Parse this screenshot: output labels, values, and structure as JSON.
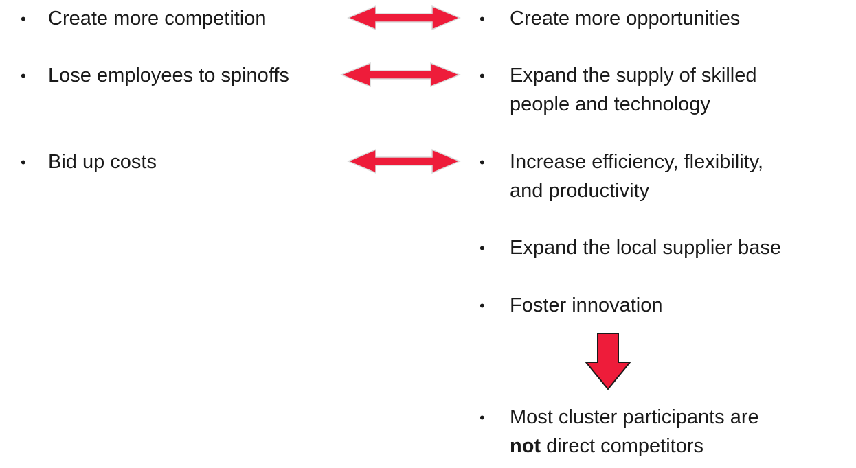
{
  "left_items": [
    "Create more competition",
    "Lose employees to spinoffs",
    "Bid up costs"
  ],
  "right_items": [
    {
      "lines": [
        "Create more opportunities"
      ]
    },
    {
      "lines": [
        "Expand the supply of skilled",
        "people and technology"
      ]
    },
    {
      "lines": [
        "Increase efficiency, flexibility,",
        "and productivity"
      ]
    },
    {
      "lines": [
        "Expand the local supplier base"
      ]
    },
    {
      "lines": [
        "Foster innovation"
      ]
    }
  ],
  "conclusion": {
    "line1": "Most cluster participants are",
    "bold_word": "not",
    "line2_rest": " direct competitors"
  },
  "bullet_char": "•",
  "arrow_color": "#ee1c3a",
  "arrow_outline": "#d9d9d9"
}
